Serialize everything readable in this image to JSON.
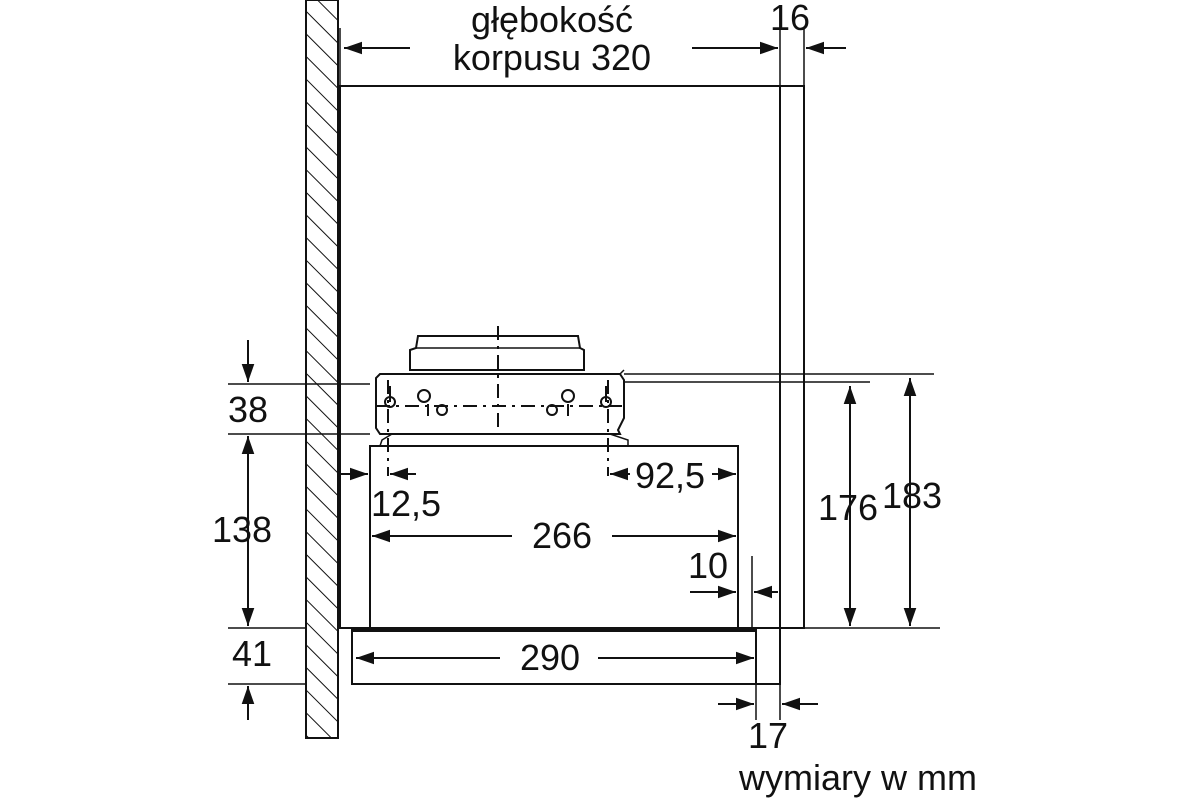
{
  "labels": {
    "cabinet_depth_line1": "głębokość",
    "cabinet_depth_line2": "korpusu 320",
    "front_thickness": "16",
    "bracket_height": "38",
    "body_height": "138",
    "bottom_height": "41",
    "left_offset": "12,5",
    "right_offset": "92,5",
    "body_depth": "266",
    "front_gap": "10",
    "height_176": "176",
    "height_183": "183",
    "drawer_depth": "290",
    "drawer_front": "17",
    "units_note": "wymiary w mm"
  }
}
